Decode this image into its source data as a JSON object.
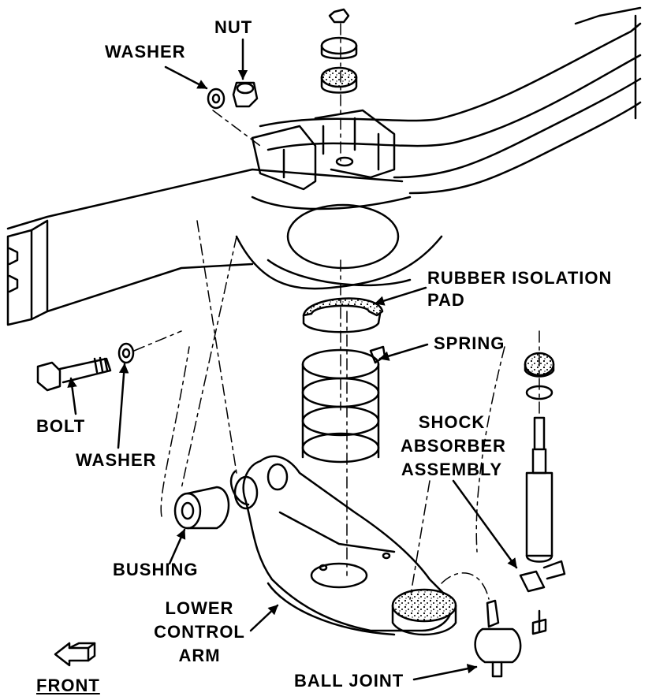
{
  "labels": {
    "washer_top": "WASHER",
    "nut": "NUT",
    "rubber_isolation_pad_line1": "RUBBER ISOLATION",
    "rubber_isolation_pad_line2": "PAD",
    "spring": "SPRING",
    "bolt": "BOLT",
    "washer_bottom": "WASHER",
    "shock_line1": "SHOCK",
    "shock_line2": "ABSORBER",
    "shock_line3": "ASSEMBLY",
    "bushing": "BUSHING",
    "lower_control_arm_line1": "LOWER",
    "lower_control_arm_line2": "CONTROL",
    "lower_control_arm_line3": "ARM",
    "ball_joint": "BALL JOINT",
    "front": "FRONT"
  },
  "colors": {
    "ink": "#000000",
    "paper": "#ffffff"
  }
}
